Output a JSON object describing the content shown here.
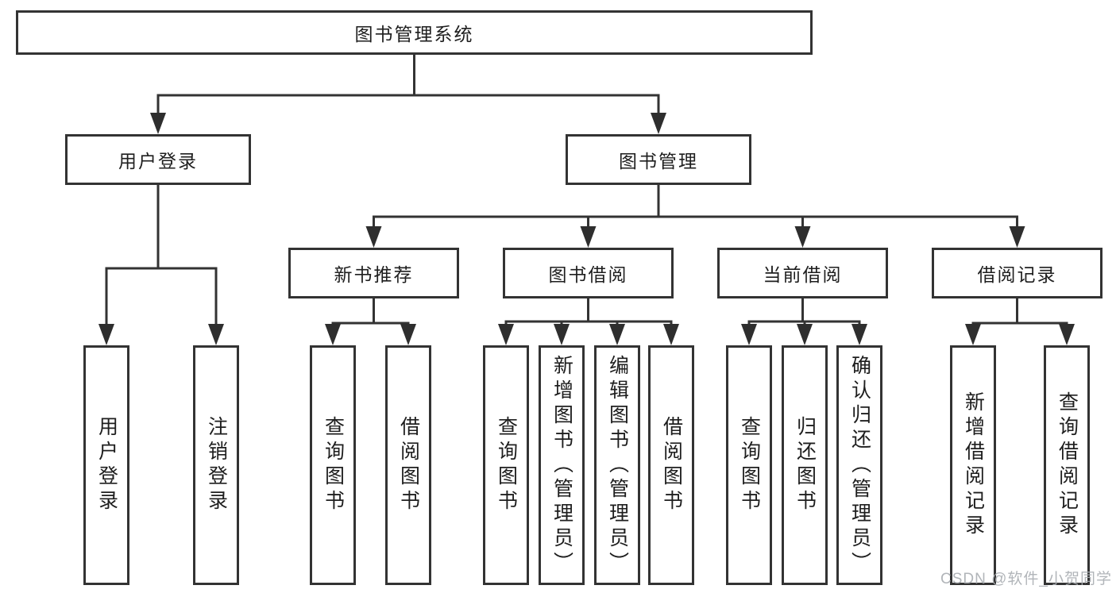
{
  "tree": {
    "label": "图书管理系统",
    "children": [
      {
        "label": "用户登录",
        "children": [
          {
            "label": "用户登录"
          },
          {
            "label": "注销登录"
          }
        ]
      },
      {
        "label": "图书管理",
        "children": [
          {
            "label": "新书推荐",
            "children": [
              {
                "label": "查询图书"
              },
              {
                "label": "借阅图书"
              }
            ]
          },
          {
            "label": "图书借阅",
            "children": [
              {
                "label": "查询图书"
              },
              {
                "label": "新增图书（管理员）"
              },
              {
                "label": "编辑图书（管理员）"
              },
              {
                "label": "借阅图书"
              }
            ]
          },
          {
            "label": "当前借阅",
            "children": [
              {
                "label": "查询图书"
              },
              {
                "label": "归还图书"
              },
              {
                "label": "确认归还（管理员）"
              }
            ]
          },
          {
            "label": "借阅记录",
            "children": [
              {
                "label": "新增借阅记录"
              },
              {
                "label": "查询借阅记录"
              }
            ]
          }
        ]
      }
    ]
  },
  "watermark": "CSDN @软件_小贺同学",
  "colors": {
    "line": "#333333",
    "box_border": "#333333",
    "text": "#1e1e1e",
    "watermark": "#a9adb2",
    "background": "#ffffff"
  }
}
